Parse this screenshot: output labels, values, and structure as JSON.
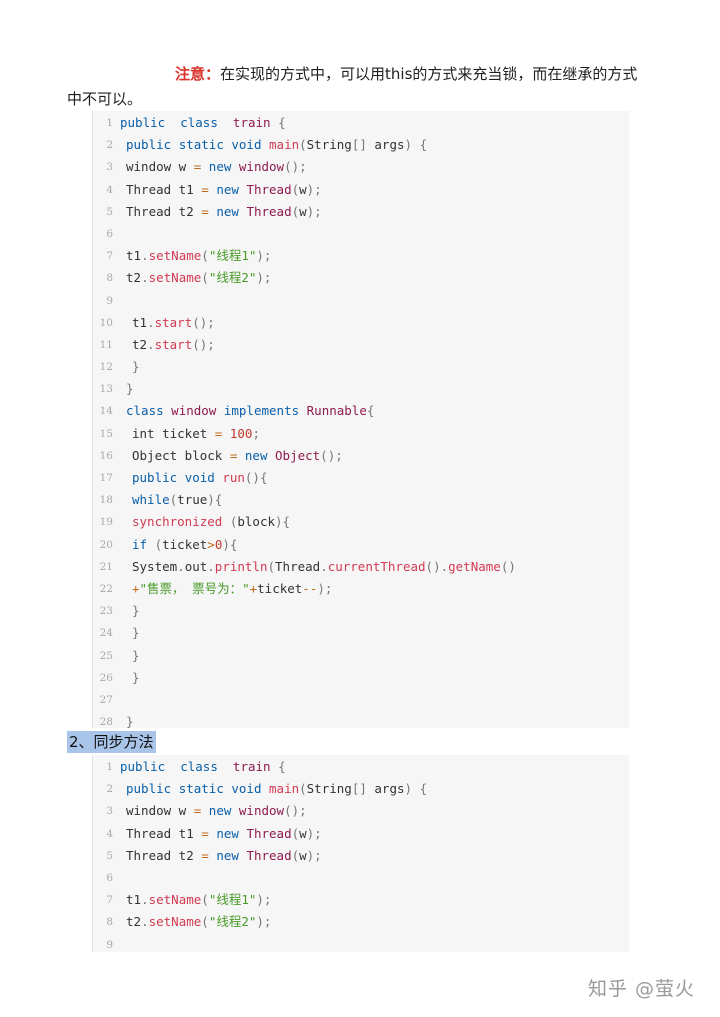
{
  "note": {
    "label": "注意：",
    "text": "在实现的方式中，可以用this的方式来充当锁，而在继承的方式中不可以。"
  },
  "code_block_1": [
    {
      "n": "1",
      "indent": 0,
      "tokens": [
        [
          "kw",
          "public"
        ],
        [
          "",
          "  "
        ],
        [
          "kw",
          "class"
        ],
        [
          "",
          "  "
        ],
        [
          "ty",
          "train"
        ],
        [
          "pu",
          " {"
        ]
      ]
    },
    {
      "n": "2",
      "indent": 1,
      "tokens": [
        [
          "kw",
          "public"
        ],
        [
          "",
          " "
        ],
        [
          "kw",
          "static"
        ],
        [
          "",
          " "
        ],
        [
          "kw",
          "void"
        ],
        [
          "",
          " "
        ],
        [
          "fn",
          "main"
        ],
        [
          "pu",
          "("
        ],
        [
          "",
          "String"
        ],
        [
          "pu",
          "[]"
        ],
        [
          "",
          " args"
        ],
        [
          "pu",
          ") {"
        ]
      ]
    },
    {
      "n": "3",
      "indent": 1,
      "tokens": [
        [
          "",
          "window w "
        ],
        [
          "op",
          "="
        ],
        [
          "",
          " "
        ],
        [
          "kw",
          "new"
        ],
        [
          "",
          " "
        ],
        [
          "ty",
          "window"
        ],
        [
          "pu",
          "();"
        ]
      ]
    },
    {
      "n": "4",
      "indent": 1,
      "tokens": [
        [
          "",
          "Thread t1 "
        ],
        [
          "op",
          "="
        ],
        [
          "",
          " "
        ],
        [
          "kw",
          "new"
        ],
        [
          "",
          " "
        ],
        [
          "ty",
          "Thread"
        ],
        [
          "pu",
          "("
        ],
        [
          "",
          "w"
        ],
        [
          "pu",
          ");"
        ]
      ]
    },
    {
      "n": "5",
      "indent": 1,
      "tokens": [
        [
          "",
          "Thread t2 "
        ],
        [
          "op",
          "="
        ],
        [
          "",
          " "
        ],
        [
          "kw",
          "new"
        ],
        [
          "",
          " "
        ],
        [
          "ty",
          "Thread"
        ],
        [
          "pu",
          "("
        ],
        [
          "",
          "w"
        ],
        [
          "pu",
          ");"
        ]
      ]
    },
    {
      "n": "6",
      "indent": 0,
      "tokens": []
    },
    {
      "n": "7",
      "indent": 1,
      "tokens": [
        [
          "",
          "t1"
        ],
        [
          "pu",
          "."
        ],
        [
          "fn",
          "setName"
        ],
        [
          "pu",
          "("
        ],
        [
          "st",
          "\"线程1\""
        ],
        [
          "pu",
          ");"
        ]
      ]
    },
    {
      "n": "8",
      "indent": 1,
      "tokens": [
        [
          "",
          "t2"
        ],
        [
          "pu",
          "."
        ],
        [
          "fn",
          "setName"
        ],
        [
          "pu",
          "("
        ],
        [
          "st",
          "\"线程2\""
        ],
        [
          "pu",
          ");"
        ]
      ]
    },
    {
      "n": "9",
      "indent": 0,
      "tokens": []
    },
    {
      "n": "10",
      "indent": 2,
      "tokens": [
        [
          "",
          "t1"
        ],
        [
          "pu",
          "."
        ],
        [
          "fn",
          "start"
        ],
        [
          "pu",
          "();"
        ]
      ]
    },
    {
      "n": "11",
      "indent": 2,
      "tokens": [
        [
          "",
          "t2"
        ],
        [
          "pu",
          "."
        ],
        [
          "fn",
          "start"
        ],
        [
          "pu",
          "();"
        ]
      ]
    },
    {
      "n": "12",
      "indent": 2,
      "tokens": [
        [
          "pu",
          "}"
        ]
      ]
    },
    {
      "n": "13",
      "indent": 1,
      "tokens": [
        [
          "pu",
          "}"
        ]
      ]
    },
    {
      "n": "14",
      "indent": 1,
      "tokens": [
        [
          "kw",
          "class"
        ],
        [
          "",
          " "
        ],
        [
          "ty",
          "window"
        ],
        [
          "",
          " "
        ],
        [
          "kw",
          "implements"
        ],
        [
          "",
          " "
        ],
        [
          "ty",
          "Runnable"
        ],
        [
          "pu",
          "{"
        ]
      ]
    },
    {
      "n": "15",
      "indent": 2,
      "tokens": [
        [
          "",
          "int ticket "
        ],
        [
          "op",
          "="
        ],
        [
          "",
          " "
        ],
        [
          "nu",
          "100"
        ],
        [
          "pu",
          ";"
        ]
      ]
    },
    {
      "n": "16",
      "indent": 2,
      "tokens": [
        [
          "",
          "Object block "
        ],
        [
          "op",
          "="
        ],
        [
          "",
          " "
        ],
        [
          "kw",
          "new"
        ],
        [
          "",
          " "
        ],
        [
          "ty",
          "Object"
        ],
        [
          "pu",
          "();"
        ]
      ]
    },
    {
      "n": "17",
      "indent": 2,
      "tokens": [
        [
          "kw",
          "public"
        ],
        [
          "",
          " "
        ],
        [
          "kw",
          "void"
        ],
        [
          "",
          " "
        ],
        [
          "fn",
          "run"
        ],
        [
          "pu",
          "(){"
        ]
      ]
    },
    {
      "n": "18",
      "indent": 2,
      "tokens": [
        [
          "kw",
          "while"
        ],
        [
          "pu",
          "("
        ],
        [
          "",
          "true"
        ],
        [
          "pu",
          "){"
        ]
      ]
    },
    {
      "n": "19",
      "indent": 2,
      "tokens": [
        [
          "fn",
          "synchronized"
        ],
        [
          "",
          " "
        ],
        [
          "pu",
          "("
        ],
        [
          "",
          "block"
        ],
        [
          "pu",
          "){"
        ]
      ]
    },
    {
      "n": "20",
      "indent": 2,
      "tokens": [
        [
          "kw",
          "if"
        ],
        [
          "",
          " "
        ],
        [
          "pu",
          "("
        ],
        [
          "",
          "ticket"
        ],
        [
          "op",
          ">"
        ],
        [
          "nu",
          "0"
        ],
        [
          "pu",
          "){"
        ]
      ]
    },
    {
      "n": "21",
      "indent": 2,
      "tokens": [
        [
          "",
          "System"
        ],
        [
          "pu",
          "."
        ],
        [
          "",
          "out"
        ],
        [
          "pu",
          "."
        ],
        [
          "fn",
          "println"
        ],
        [
          "pu",
          "("
        ],
        [
          "",
          "Thread"
        ],
        [
          "pu",
          "."
        ],
        [
          "fn",
          "currentThread"
        ],
        [
          "pu",
          "()."
        ],
        [
          "fn",
          "getName"
        ],
        [
          "pu",
          "()"
        ]
      ]
    },
    {
      "n": "22",
      "indent": 2,
      "tokens": [
        [
          "op",
          "+"
        ],
        [
          "st",
          "\"售票， 票号为：\""
        ],
        [
          "op",
          "+"
        ],
        [
          "",
          "ticket"
        ],
        [
          "op",
          "--"
        ],
        [
          "pu",
          ");"
        ]
      ]
    },
    {
      "n": "23",
      "indent": 2,
      "tokens": [
        [
          "pu",
          "}"
        ]
      ]
    },
    {
      "n": "24",
      "indent": 2,
      "tokens": [
        [
          "pu",
          "}"
        ]
      ]
    },
    {
      "n": "25",
      "indent": 2,
      "tokens": [
        [
          "pu",
          "}"
        ]
      ]
    },
    {
      "n": "26",
      "indent": 2,
      "tokens": [
        [
          "pu",
          "}"
        ]
      ]
    },
    {
      "n": "27",
      "indent": 0,
      "tokens": []
    },
    {
      "n": "28",
      "indent": 1,
      "tokens": [
        [
          "pu",
          "}"
        ]
      ]
    }
  ],
  "heading": "2、同步方法",
  "code_block_2": [
    {
      "n": "1",
      "indent": 0,
      "tokens": [
        [
          "kw",
          "public"
        ],
        [
          "",
          "  "
        ],
        [
          "kw",
          "class"
        ],
        [
          "",
          "  "
        ],
        [
          "ty",
          "train"
        ],
        [
          "pu",
          " {"
        ]
      ]
    },
    {
      "n": "2",
      "indent": 1,
      "tokens": [
        [
          "kw",
          "public"
        ],
        [
          "",
          " "
        ],
        [
          "kw",
          "static"
        ],
        [
          "",
          " "
        ],
        [
          "kw",
          "void"
        ],
        [
          "",
          " "
        ],
        [
          "fn",
          "main"
        ],
        [
          "pu",
          "("
        ],
        [
          "",
          "String"
        ],
        [
          "pu",
          "[]"
        ],
        [
          "",
          " args"
        ],
        [
          "pu",
          ") {"
        ]
      ]
    },
    {
      "n": "3",
      "indent": 1,
      "tokens": [
        [
          "",
          "window w "
        ],
        [
          "op",
          "="
        ],
        [
          "",
          " "
        ],
        [
          "kw",
          "new"
        ],
        [
          "",
          " "
        ],
        [
          "ty",
          "window"
        ],
        [
          "pu",
          "();"
        ]
      ]
    },
    {
      "n": "4",
      "indent": 1,
      "tokens": [
        [
          "",
          "Thread t1 "
        ],
        [
          "op",
          "="
        ],
        [
          "",
          " "
        ],
        [
          "kw",
          "new"
        ],
        [
          "",
          " "
        ],
        [
          "ty",
          "Thread"
        ],
        [
          "pu",
          "("
        ],
        [
          "",
          "w"
        ],
        [
          "pu",
          ");"
        ]
      ]
    },
    {
      "n": "5",
      "indent": 1,
      "tokens": [
        [
          "",
          "Thread t2 "
        ],
        [
          "op",
          "="
        ],
        [
          "",
          " "
        ],
        [
          "kw",
          "new"
        ],
        [
          "",
          " "
        ],
        [
          "ty",
          "Thread"
        ],
        [
          "pu",
          "("
        ],
        [
          "",
          "w"
        ],
        [
          "pu",
          ");"
        ]
      ]
    },
    {
      "n": "6",
      "indent": 0,
      "tokens": []
    },
    {
      "n": "7",
      "indent": 1,
      "tokens": [
        [
          "",
          "t1"
        ],
        [
          "pu",
          "."
        ],
        [
          "fn",
          "setName"
        ],
        [
          "pu",
          "("
        ],
        [
          "st",
          "\"线程1\""
        ],
        [
          "pu",
          ");"
        ]
      ]
    },
    {
      "n": "8",
      "indent": 1,
      "tokens": [
        [
          "",
          "t2"
        ],
        [
          "pu",
          "."
        ],
        [
          "fn",
          "setName"
        ],
        [
          "pu",
          "("
        ],
        [
          "st",
          "\"线程2\""
        ],
        [
          "pu",
          ");"
        ]
      ]
    },
    {
      "n": "9",
      "indent": 0,
      "tokens": []
    }
  ],
  "watermark": "知乎 @萤火"
}
